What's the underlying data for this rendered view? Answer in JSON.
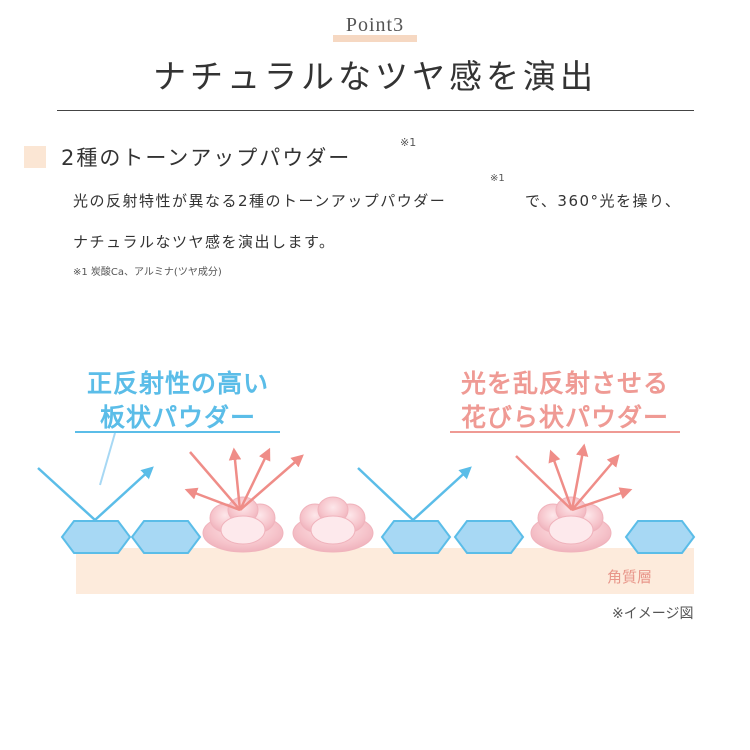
{
  "header": {
    "point_label": "Point3",
    "title": "ナチュラルなツヤ感を演出"
  },
  "subheading": {
    "text": "2種のトーンアップパウダー",
    "note_mark": "※1"
  },
  "body": {
    "line1_part1": "光の反射特性が異なる2種のトーンアップパウダー",
    "line1_note_mark": "※1",
    "line1_part2": "で、360°光を操り、",
    "line2": "ナチュラルなツヤ感を演出します。",
    "footnote": "※1 炭酸Ca、アルミナ(ツヤ成分)"
  },
  "diagram": {
    "left_label_line1": "正反射性の高い",
    "left_label_line2": "板状パウダー",
    "right_label_line1": "光を乱反射させる",
    "right_label_line2": "花びら状パウダー",
    "layer_label": "角質層",
    "image_note": "※イメージ図"
  },
  "colors": {
    "blue_accent": "#5bbde8",
    "pink_accent": "#ef9a94",
    "layer_fill": "#fdebdc",
    "hex_fill": "#a7d8f4",
    "hex_stroke": "#5bbde8",
    "flower_fill": "#f7c9cf"
  }
}
